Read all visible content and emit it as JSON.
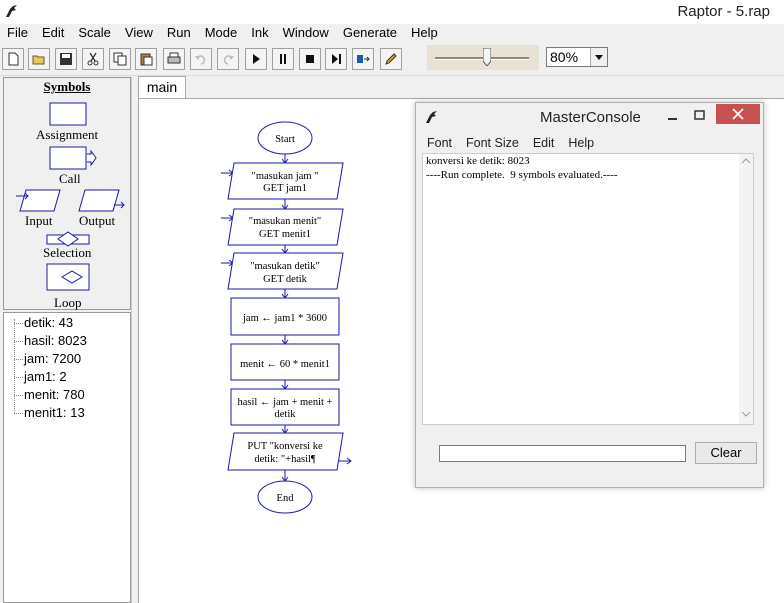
{
  "window": {
    "title": "Raptor - 5.rap"
  },
  "menu": [
    "File",
    "Edit",
    "Scale",
    "View",
    "Run",
    "Mode",
    "Ink",
    "Window",
    "Generate",
    "Help"
  ],
  "toolbar": {
    "zoom": "80%",
    "buttons": [
      "new-icon",
      "open-icon",
      "save-icon",
      "cut-icon",
      "copy-icon",
      "paste-icon",
      "print-icon",
      "undo-icon",
      "redo-icon",
      "play-icon",
      "pause-icon",
      "stop-icon",
      "step-icon",
      "memory-icon",
      "pen-icon"
    ]
  },
  "symbols": {
    "title": "Symbols",
    "assignment": "Assignment",
    "call": "Call",
    "input": "Input",
    "output": "Output",
    "selection": "Selection",
    "loop": "Loop"
  },
  "variables": [
    {
      "label": "detik: 43"
    },
    {
      "label": "hasil: 8023"
    },
    {
      "label": "jam: 7200"
    },
    {
      "label": "jam1: 2"
    },
    {
      "label": "menit: 780"
    },
    {
      "label": "menit1: 13"
    }
  ],
  "tab": {
    "label": "main"
  },
  "flowchart": {
    "start": "Start",
    "end": "End",
    "in1": {
      "line1": "\"masukan jam \"",
      "line2": "GET jam1"
    },
    "in2": {
      "line1": "\"masukan menit\"",
      "line2": "GET menit1"
    },
    "in3": {
      "line1": "\"masukan detik\"",
      "line2": "GET detik"
    },
    "asg1": "jam ← jam1 * 3600",
    "asg2": "menit ← 60 * menit1",
    "asg3": {
      "line1": "hasil ← jam + menit +",
      "line2": "detik"
    },
    "out1": {
      "line1": "PUT \"konversi ke",
      "line2": "detik: \"+hasil¶"
    }
  },
  "console": {
    "title": "MasterConsole",
    "menu": [
      "Font",
      "Font Size",
      "Edit",
      "Help"
    ],
    "output": [
      "konversi ke detik: 8023",
      "----Run complete.  9 symbols evaluated.----"
    ],
    "input_value": "",
    "clear_label": "Clear"
  },
  "colors": {
    "flow_stroke": "#1a1aa8",
    "close_button": "#c75050"
  }
}
